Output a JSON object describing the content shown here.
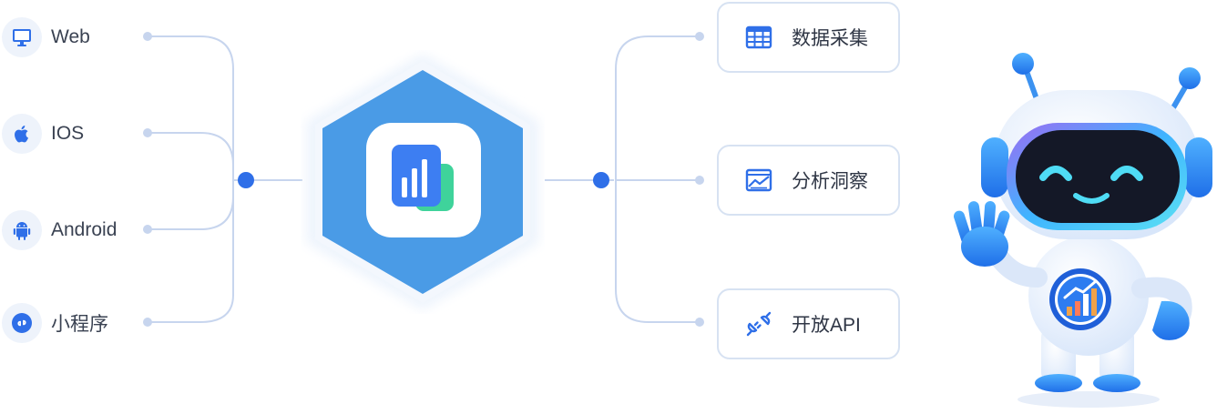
{
  "platforms": [
    {
      "label": "Web",
      "icon": "monitor-icon"
    },
    {
      "label": "IOS",
      "icon": "apple-icon"
    },
    {
      "label": "Android",
      "icon": "android-icon"
    },
    {
      "label": "小程序",
      "icon": "mini-program-icon"
    }
  ],
  "hub": {
    "icon": "analytics-app-icon"
  },
  "features": [
    {
      "label": "数据采集",
      "icon": "table-grid-icon"
    },
    {
      "label": "分析洞察",
      "icon": "chart-picture-icon"
    },
    {
      "label": "开放API",
      "icon": "plug-connector-icon"
    }
  ],
  "mascot": {
    "icon": "robot-mascot-icon"
  },
  "colors": {
    "primary": "#2f6fe8",
    "hub_fill": "#4a9be6",
    "connector": "#c7d5ee",
    "accent_green": "#3fd39b",
    "icon_bg": "#eef3fb"
  }
}
